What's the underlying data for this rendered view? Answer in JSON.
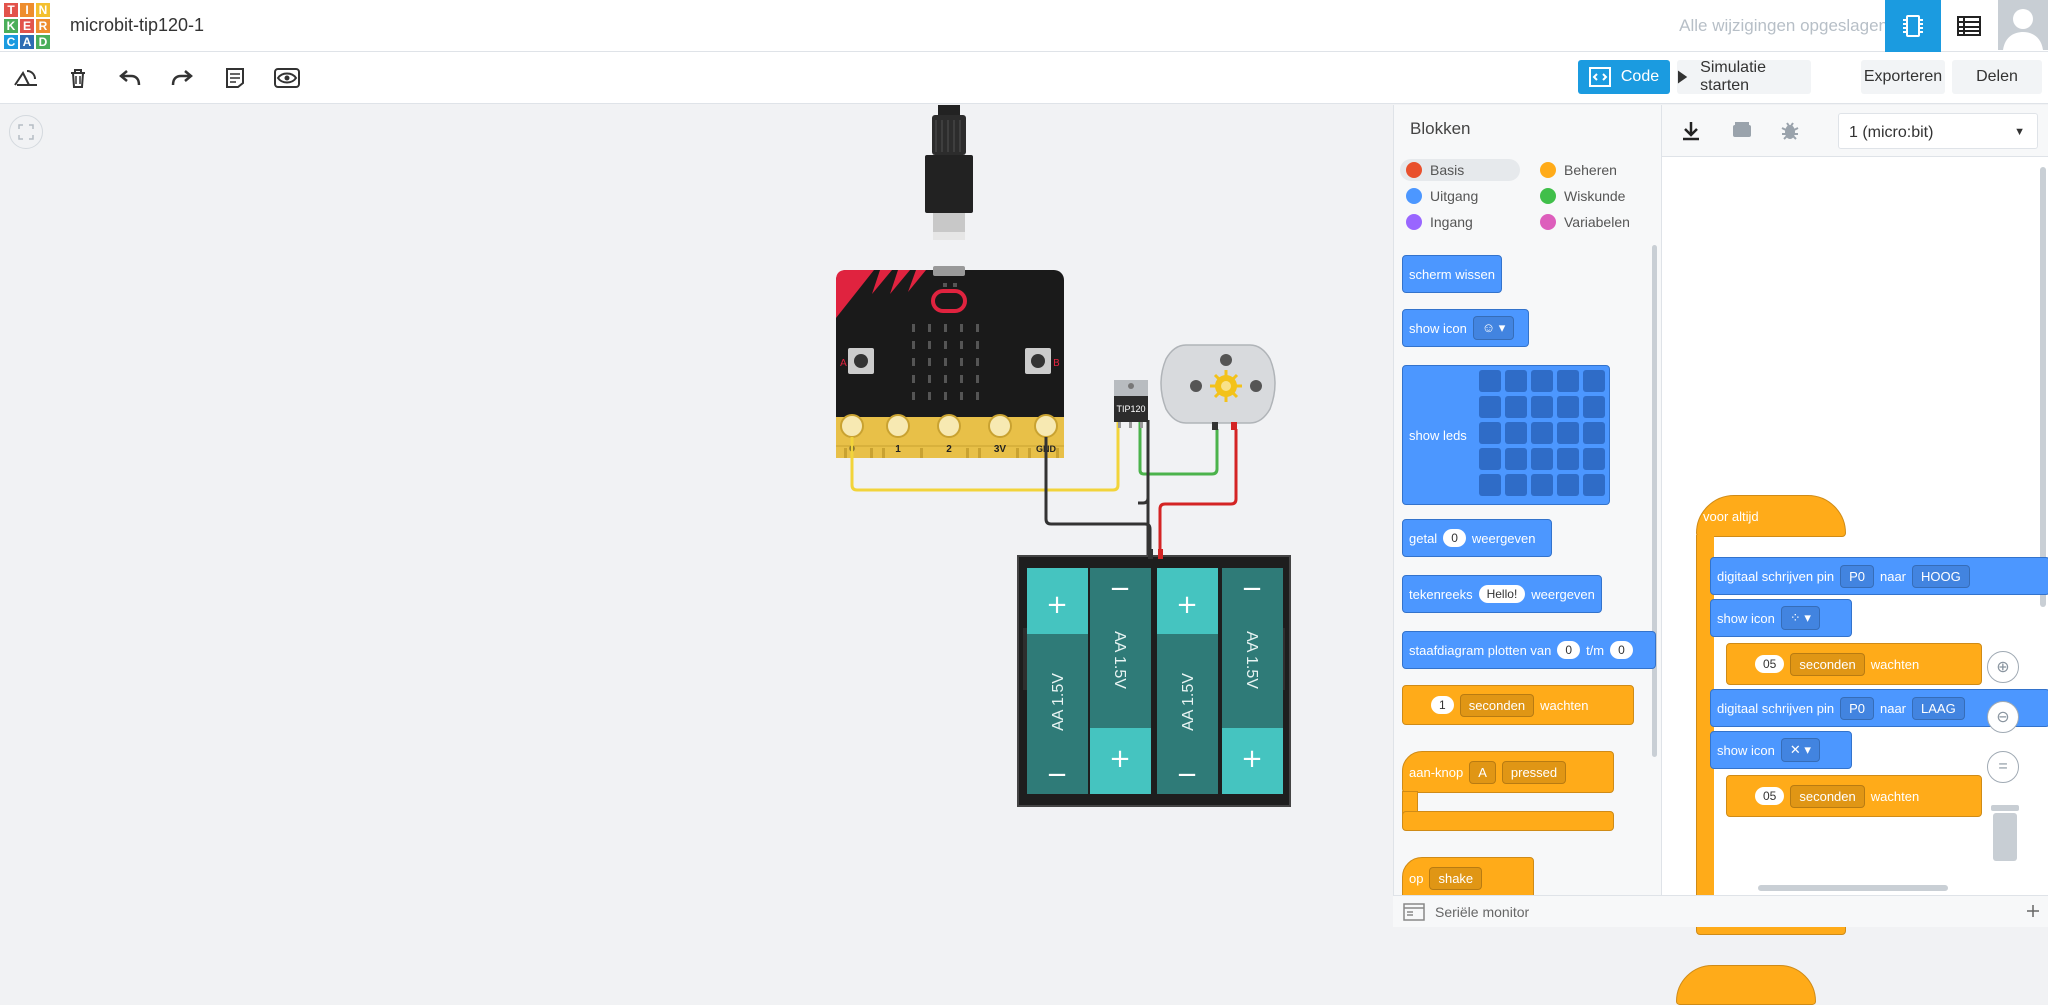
{
  "app": {
    "title": "microbit-tip120-1",
    "saved_status": "Alle wijzigingen opgeslagen",
    "logo_letters": [
      "T",
      "I",
      "N",
      "K",
      "E",
      "R",
      "C",
      "A",
      "D"
    ],
    "logo_colors": [
      "#e2534b",
      "#ee8d2d",
      "#f4c02f",
      "#4aae5a",
      "#e2534b",
      "#ee8d2d",
      "#1b9be0",
      "#2e6db4",
      "#4aae5a"
    ]
  },
  "toolbar": {
    "code_label": "Code",
    "simulate_label": "Simulatie starten",
    "export_label": "Exporteren",
    "share_label": "Delen"
  },
  "circuit": {
    "pin_labels": [
      "0",
      "1",
      "2",
      "3V",
      "GND"
    ],
    "transistor_label": "TIP120",
    "battery_label": "AA 1.5V"
  },
  "blocks_panel": {
    "title": "Blokken",
    "categories": [
      {
        "label": "Basis",
        "color": "#e9512d"
      },
      {
        "label": "Beheren",
        "color": "#ffab19"
      },
      {
        "label": "Uitgang",
        "color": "#4c97ff"
      },
      {
        "label": "Wiskunde",
        "color": "#40bf4a"
      },
      {
        "label": "Ingang",
        "color": "#9966ff"
      },
      {
        "label": "Variabelen",
        "color": "#dd5ebc"
      }
    ],
    "palette": {
      "clear_screen": "scherm wissen",
      "show_icon": "show icon",
      "show_leds": "show leds",
      "show_number": "getal",
      "number_value": "0",
      "show_suffix": "weergeven",
      "show_string": "tekenreeks",
      "string_value": "Hello!",
      "bar_graph": "staafdiagram plotten van",
      "bar_from": "0",
      "bar_to_label": "t/m",
      "bar_to": "0",
      "pause_value": "1",
      "pause_unit": "seconden",
      "pause_label": "wachten",
      "on_button": "aan-knop",
      "button_value": "A",
      "button_event": "pressed",
      "on_label": "op",
      "shake_value": "shake"
    }
  },
  "workspace": {
    "device": "1 (micro:bit)",
    "forever": "voor altijd",
    "digital_write": "digitaal schrijven pin",
    "pin": "P0",
    "to": "naar",
    "high": "HOOG",
    "low": "LAAG",
    "show_icon": "show icon",
    "seconds_value": "05",
    "seconds_unit": "seconden",
    "wait": "wachten"
  },
  "serial_monitor": "Seriële monitor"
}
